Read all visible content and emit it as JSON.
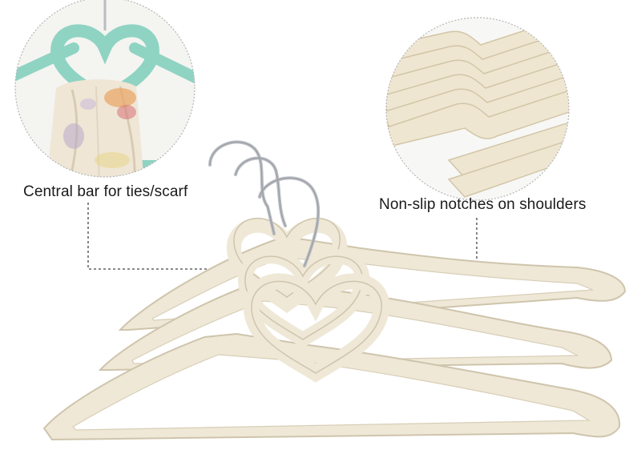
{
  "callouts": {
    "left_caption": "Central bar for ties/scarf",
    "right_caption": "Non-slip notches on shoulders"
  },
  "colors": {
    "background": "#ffffff",
    "hanger_velvet": "#efe8d7",
    "hanger_outline": "#cfc4ac",
    "hook_metal": "#b9bcc1",
    "inset_hanger_mint": "#8fd3c3",
    "circle_border": "#b5b5b5",
    "leader_line": "#444444"
  },
  "icons": {
    "left_inset": "heart-hanger-with-scarf",
    "right_inset": "stacked-shoulder-notches",
    "main": "heart-shaped-velvet-hangers"
  }
}
